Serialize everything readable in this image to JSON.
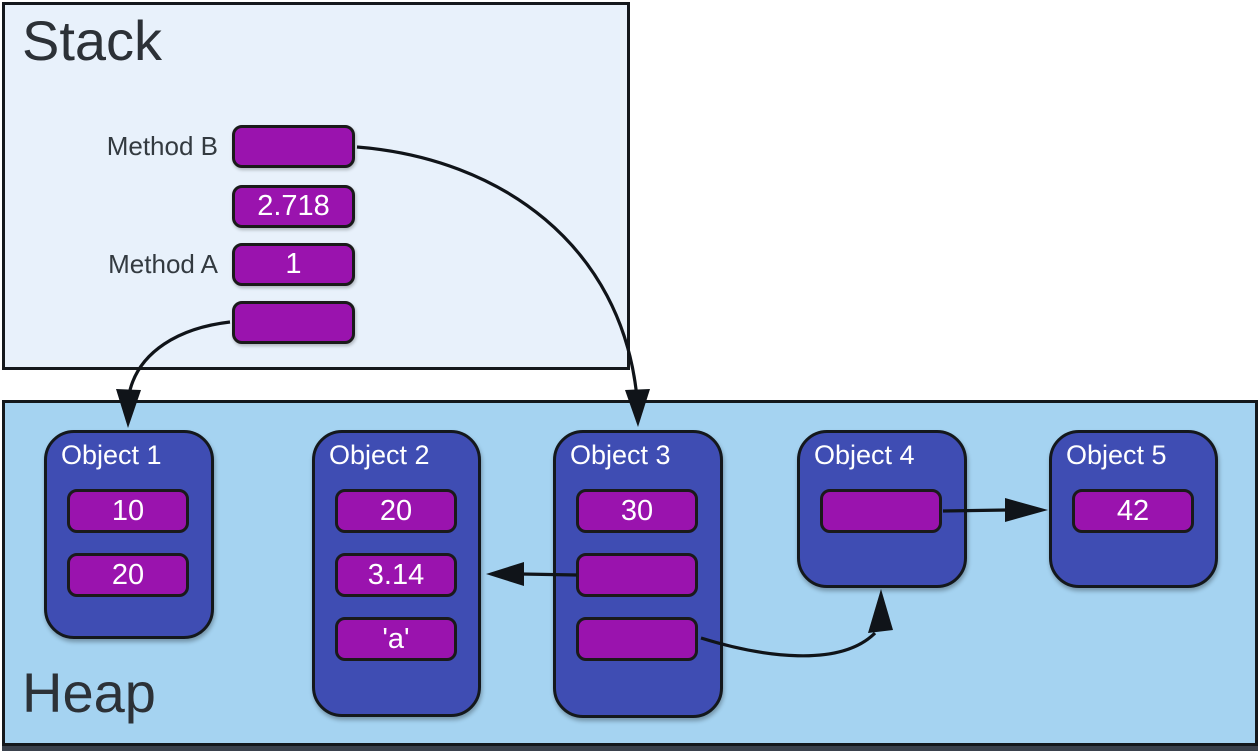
{
  "diagram": {
    "kind": "stack-heap-memory-diagram"
  },
  "stack": {
    "title": "Stack",
    "frames": {
      "method_b_label": "Method B",
      "method_a_label": "Method A"
    },
    "values": [
      "",
      "2.718",
      "1",
      ""
    ]
  },
  "heap": {
    "title": "Heap",
    "objects": [
      {
        "title": "Object 1",
        "slots": [
          "10",
          "20"
        ]
      },
      {
        "title": "Object 2",
        "slots": [
          "20",
          "3.14",
          "'a'"
        ]
      },
      {
        "title": "Object 3",
        "slots": [
          "30",
          "",
          ""
        ]
      },
      {
        "title": "Object 4",
        "slots": [
          ""
        ]
      },
      {
        "title": "Object 5",
        "slots": [
          "42"
        ]
      }
    ]
  },
  "arrows": [
    {
      "name": "method-b-slot-to-object3",
      "from": "stack slot (Method B)",
      "to": "Object 3"
    },
    {
      "name": "bottom-stack-slot-to-object1",
      "from": "bottom stack slot",
      "to": "Object 1"
    },
    {
      "name": "object3-slot2-to-object2",
      "from": "Object 3 middle slot",
      "to": "Object 2"
    },
    {
      "name": "object3-slot3-to-object4",
      "from": "Object 3 bottom slot",
      "to": "Object 4"
    },
    {
      "name": "object4-slot-to-object5",
      "from": "Object 4 slot",
      "to": "Object 5"
    }
  ],
  "colors": {
    "stack_bg": "#e8f1fb",
    "heap_bg": "#a5d3f1",
    "object_bg": "#3f4db3",
    "slot_bg": "#9a13ae",
    "outline": "#14181c",
    "label_text": "#333a40",
    "slot_text": "#ffffff"
  }
}
